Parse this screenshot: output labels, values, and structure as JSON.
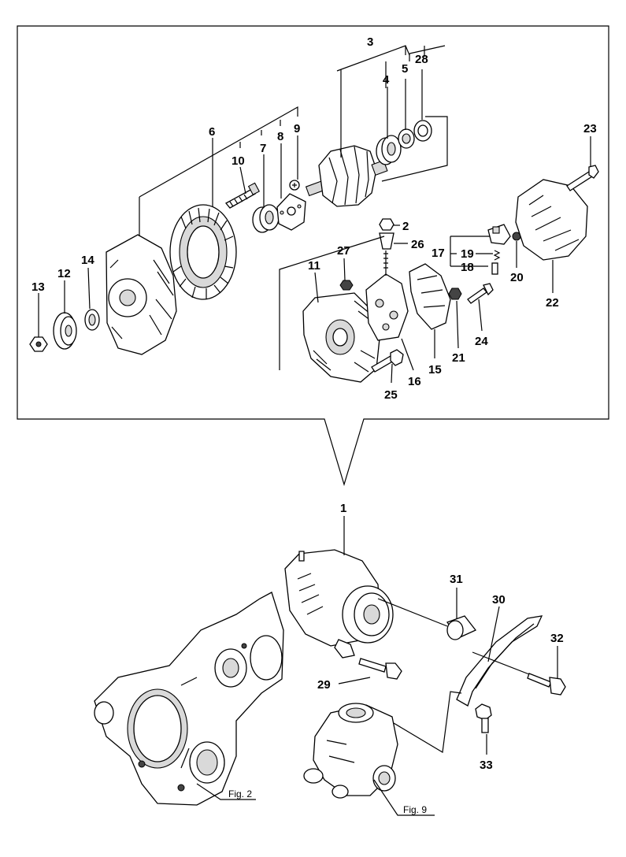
{
  "part_labels": {
    "p1": "1",
    "p2": "2",
    "p3": "3",
    "p4": "4",
    "p5": "5",
    "p6": "6",
    "p7": "7",
    "p8": "8",
    "p9": "9",
    "p10": "10",
    "p11": "11",
    "p12": "12",
    "p13": "13",
    "p14": "14",
    "p15": "15",
    "p16": "16",
    "p17": "17",
    "p18": "18",
    "p19": "19",
    "p20": "20",
    "p21": "21",
    "p22": "22",
    "p23": "23",
    "p24": "24",
    "p25": "25",
    "p26": "26",
    "p27": "27",
    "p28": "28",
    "p29": "29",
    "p30": "30",
    "p31": "31",
    "p32": "32",
    "p33": "33"
  },
  "figure_refs": {
    "fig2": "Fig. 2",
    "fig9": "Fig. 9"
  }
}
